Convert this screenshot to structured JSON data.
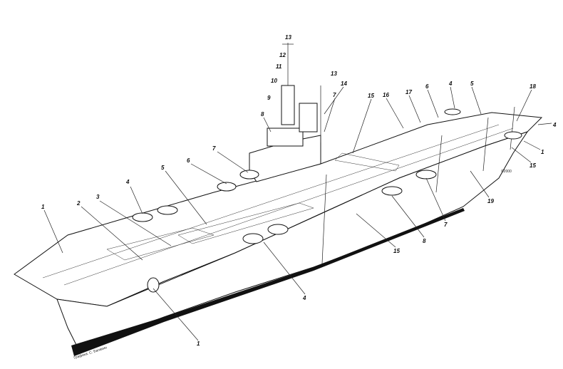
{
  "callouts": [
    "13",
    "12",
    "11",
    "10",
    "9",
    "8",
    "13",
    "14",
    "7",
    "15",
    "16",
    "17",
    "6",
    "4",
    "5",
    "18",
    "4",
    "1",
    "15",
    "19",
    "7",
    "8",
    "15",
    "4",
    "1",
    "1",
    "2",
    "3",
    "4",
    "5",
    "6",
    "7"
  ],
  "copyright": "©2000",
  "signature": "Графика: С. Балакин",
  "colors": {
    "line": "#111111",
    "background": "#ffffff"
  }
}
